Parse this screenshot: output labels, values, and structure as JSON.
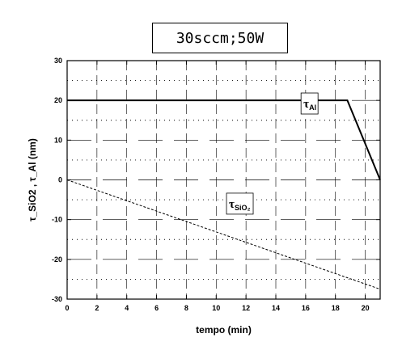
{
  "condition_label": "30sccm;50W",
  "chart_data": {
    "type": "line",
    "xlabel": "tempo (min)",
    "ylabel": "τ_SiO2 , τ_Al (nm)",
    "xlim": [
      0,
      21
    ],
    "ylim": [
      -30,
      30
    ],
    "xticks": [
      0,
      2,
      4,
      6,
      8,
      10,
      12,
      14,
      16,
      18,
      20
    ],
    "yticks": [
      -30,
      -20,
      -10,
      0,
      10,
      20,
      30
    ],
    "grid": true,
    "series": [
      {
        "name": "τ_Al",
        "style": "solid",
        "color": "#000000",
        "x": [
          0,
          18.8,
          21
        ],
        "y": [
          20,
          20,
          0
        ]
      },
      {
        "name": "τ_SiO2",
        "style": "dotted",
        "color": "#000000",
        "x": [
          0,
          21
        ],
        "y": [
          0,
          -27.5
        ]
      }
    ],
    "annotations": [
      {
        "symbol": "τ",
        "subscript": "Al",
        "x": 15.8,
        "y": 18.2
      },
      {
        "symbol": "τ",
        "subscript": "SiO₂",
        "x": 10.8,
        "y": -7.0
      }
    ]
  }
}
